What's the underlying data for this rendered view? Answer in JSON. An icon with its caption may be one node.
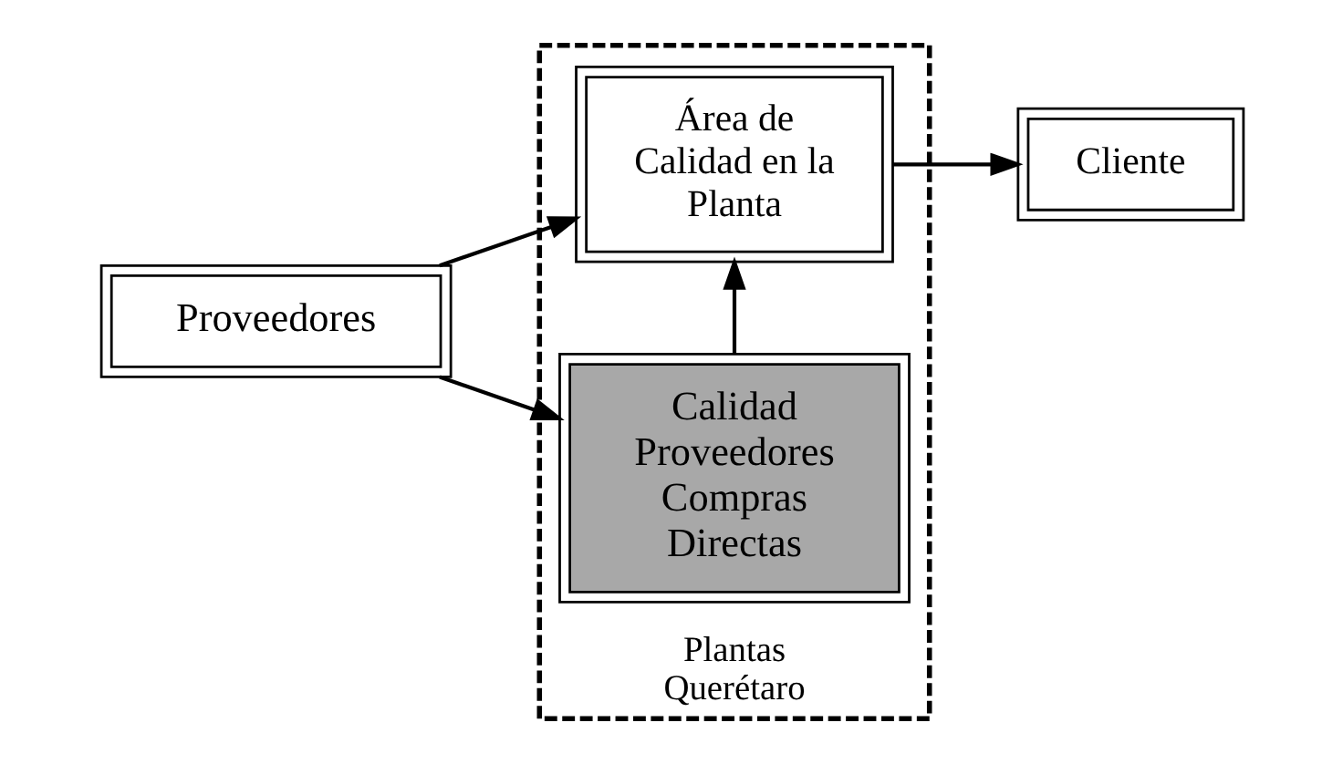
{
  "diagram": {
    "nodes": [
      {
        "text": [
          "Proveedores"
        ]
      },
      {
        "text": [
          "Plantas Querétaro"
        ]
      },
      {
        "text": [
          "Área de Calidad en la Planta"
        ],
        "in": 1
      },
      {
        "text": [
          "Calidad Proveedores Compras Directas"
        ],
        "in": 1
      },
      {
        "text": [
          "Cliente"
        ]
      }
    ],
    "edges": [
      {
        "from": 0,
        "to": 2,
        "arrow": "to"
      },
      {
        "from": 0,
        "to": 3,
        "arrow": "to"
      },
      {
        "from": 3,
        "to": 2,
        "arrow": "to"
      },
      {
        "from": 2,
        "to": 4,
        "arrow": "to"
      }
    ]
  }
}
